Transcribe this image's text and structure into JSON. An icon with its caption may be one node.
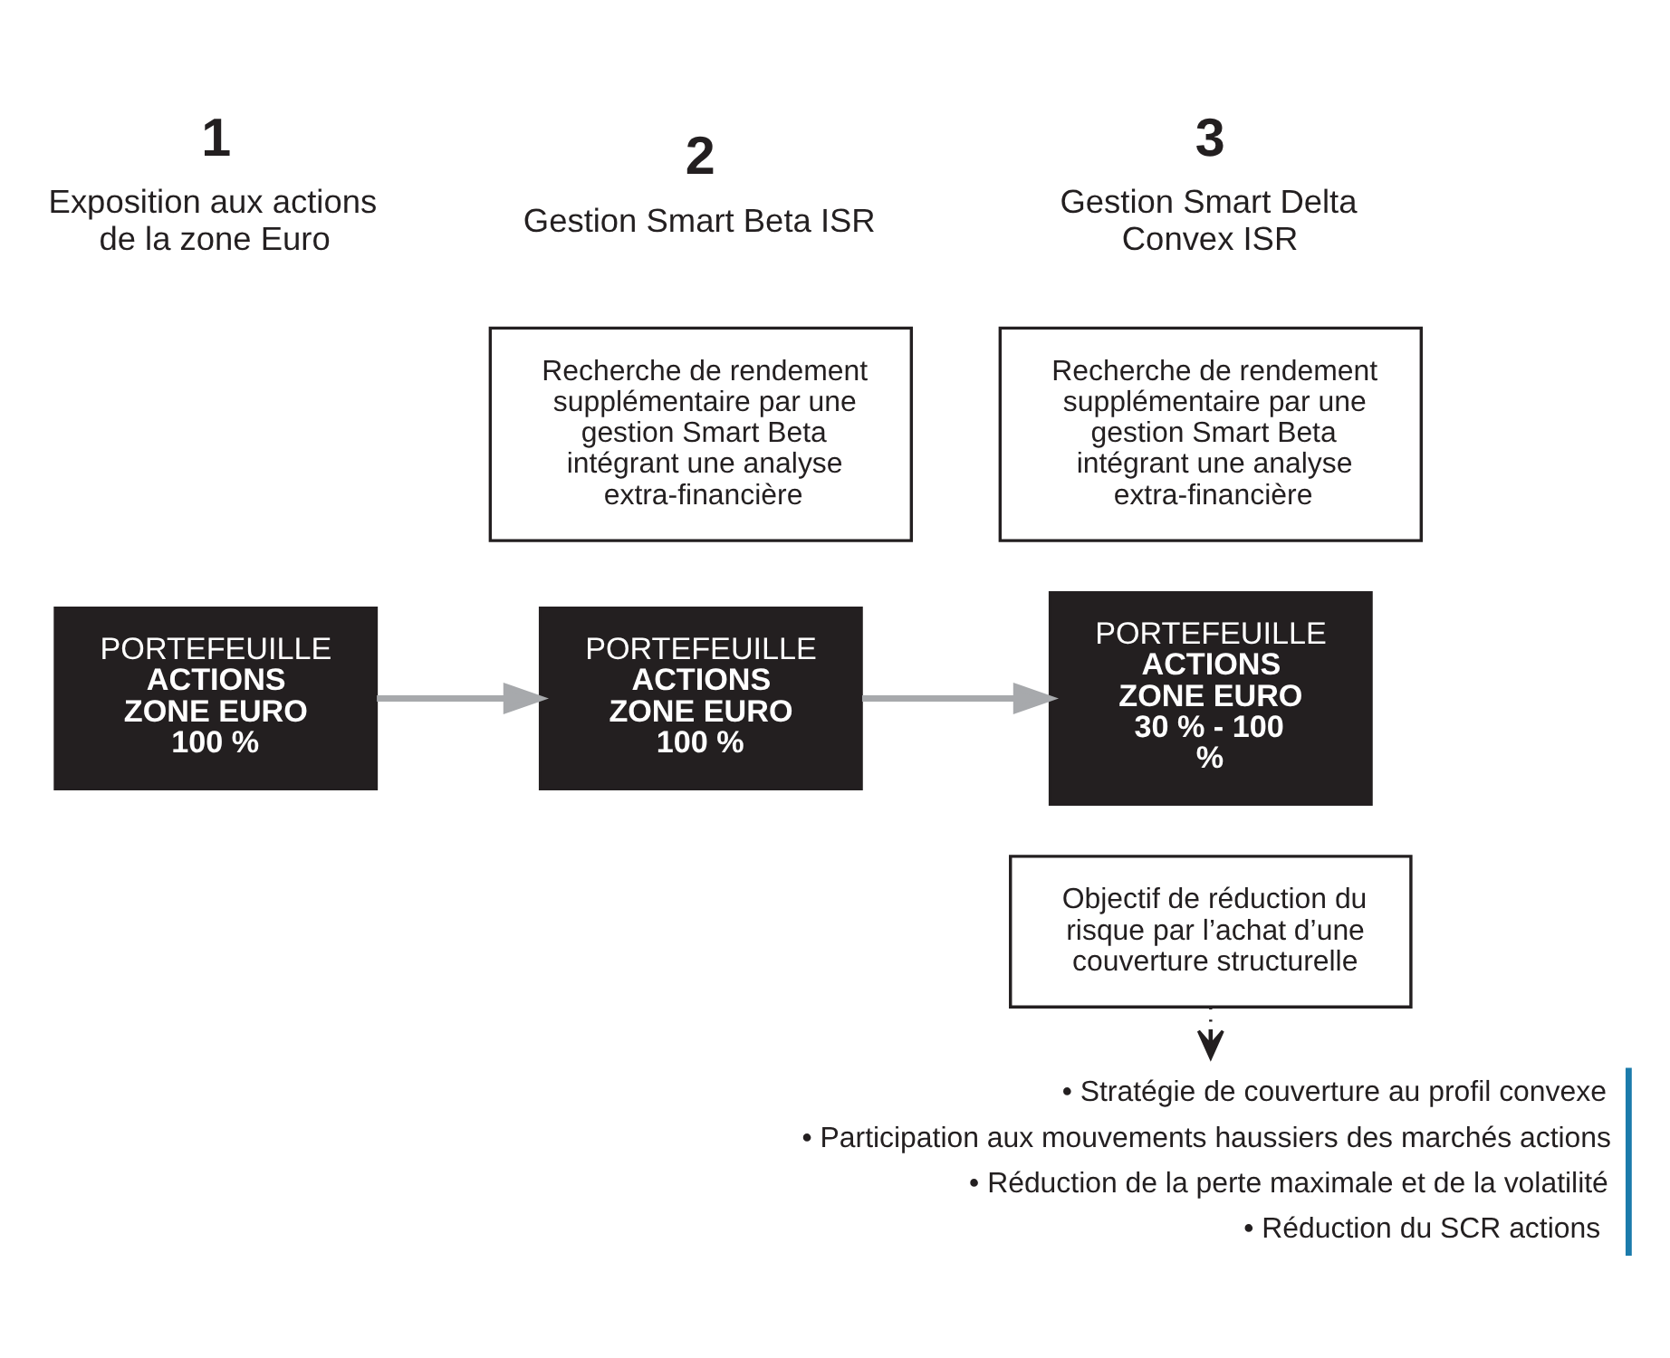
{
  "diagram": {
    "nodes": [
      {
        "text": [
          "1",
          "Exposition aux actions de la zone Euro"
        ]
      },
      {
        "text": [
          "PORTEFEUILLE",
          "ACTIONS ZONE EURO 100 %"
        ]
      },
      {
        "text": [
          "2",
          "Gestion Smart Beta ISR"
        ]
      },
      {
        "text": [
          "Recherche de rendement supplémentaire par une gestion Smart Beta intégrant une analyse extra-financière"
        ]
      },
      {
        "text": [
          "PORTEFEUILLE",
          "ACTIONS ZONE EURO 100 %"
        ]
      },
      {
        "text": [
          "3",
          "Gestion Smart Delta Convex ISR"
        ]
      },
      {
        "text": [
          "Recherche de rendement supplémentaire par une gestion Smart Beta intégrant une analyse extra-financière"
        ]
      },
      {
        "text": [
          "PORTEFEUILLE",
          "ACTIONS ZONE EURO 30 % - 100 %"
        ]
      },
      {
        "text": [
          "Objectif de réduction du risque par l’achat d’une couverture structurelle"
        ]
      },
      {
        "text": [
          "• Stratégie de couverture au profil convexe",
          "• Participation aux mouvements haussiers des marchés actions",
          "• Réduction de la perte maximale et de la volatilité",
          "• Réduction du SCR actions"
        ]
      }
    ],
    "edges": [
      {
        "from": 1,
        "to": 4,
        "arrow": "to"
      },
      {
        "from": 4,
        "to": 7,
        "arrow": "to"
      },
      {
        "from": 8,
        "to": 9,
        "arrow": "to",
        "style": "dashed",
        "color": "#231f20"
      }
    ]
  }
}
